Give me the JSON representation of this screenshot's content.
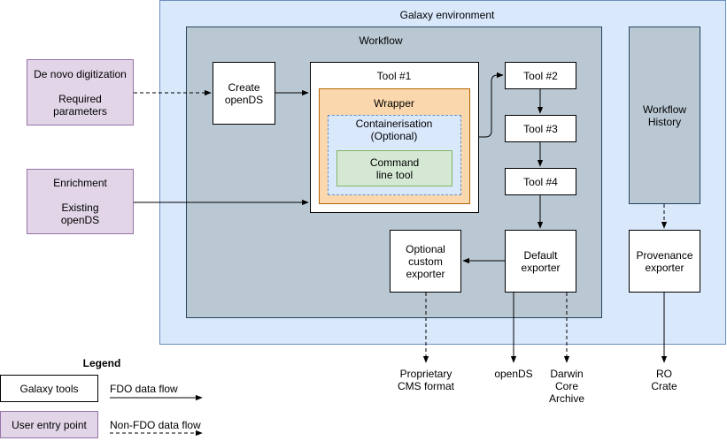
{
  "galaxy": {
    "title": "Galaxy environment"
  },
  "workflow": {
    "title": "Workflow"
  },
  "workflow_history": {
    "line1": "Workflow",
    "line2": "History"
  },
  "entries": {
    "denovo": {
      "title": "De novo digitization",
      "sub1": "Required",
      "sub2": "parameters"
    },
    "enrichment": {
      "title": "Enrichment",
      "sub1": "Existing",
      "sub2": "openDS"
    }
  },
  "create_opends": {
    "line1": "Create",
    "line2": "openDS"
  },
  "tool1": {
    "title": "Tool #1"
  },
  "wrapper": {
    "title": "Wrapper"
  },
  "containerisation": {
    "line1": "Containerisation",
    "line2": "(Optional)"
  },
  "command": {
    "line1": "Command",
    "line2": "line tool"
  },
  "tool2": {
    "label": "Tool #2"
  },
  "tool3": {
    "label": "Tool #3"
  },
  "tool4": {
    "label": "Tool #4"
  },
  "default_exporter": {
    "line1": "Default",
    "line2": "exporter"
  },
  "optional_exporter": {
    "line1": "Optional",
    "line2": "custom",
    "line3": "exporter"
  },
  "provenance_exporter": {
    "line1": "Provenance",
    "line2": "exporter"
  },
  "outputs": {
    "proprietary": {
      "line1": "Proprietary",
      "line2": "CMS format"
    },
    "opends": {
      "line1": "openDS"
    },
    "darwin": {
      "line1": "Darwin",
      "line2": "Core",
      "line3": "Archive"
    },
    "ro": {
      "line1": "RO",
      "line2": "Crate"
    }
  },
  "legend": {
    "title": "Legend",
    "galaxy_tools": "Galaxy tools",
    "user_entry": "User entry point",
    "fdo_flow": "FDO data flow",
    "nonfdo_flow": "Non-FDO data flow"
  }
}
